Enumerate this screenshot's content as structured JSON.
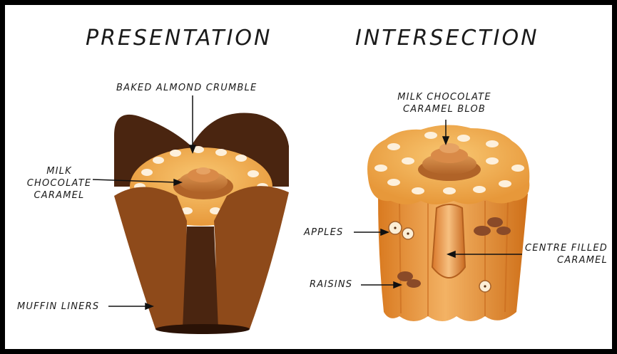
{
  "titles": {
    "presentation": "PRESENTATION",
    "intersection": "INTERSECTION"
  },
  "labels": {
    "baked_almond_crumble": "BAKED ALMOND CRUMBLE",
    "milk_chocolate_caramel_line1": "MILK",
    "milk_chocolate_caramel_line2": "CHOCOLATE",
    "milk_chocolate_caramel_line3": "CARAMEL",
    "muffin_liners": "MUFFIN LINERS",
    "caramel_blob_line1": "MILK CHOCOLATE",
    "caramel_blob_line2": "CARAMEL BLOB",
    "apples": "APPLES",
    "raisins": "RAISINS",
    "centre_filled_line1": "CENTRE FILLED",
    "centre_filled_line2": "CARAMEL"
  },
  "colors": {
    "liner_dark": "#4a2510",
    "liner_mid": "#7a3e14",
    "liner_light": "#9c5420",
    "muffin_top": "#f2a94a",
    "muffin_body": "#e38a2a",
    "caramel": "#c87a38",
    "raisin": "#8a4a28",
    "almond": "#fdf0dc"
  }
}
